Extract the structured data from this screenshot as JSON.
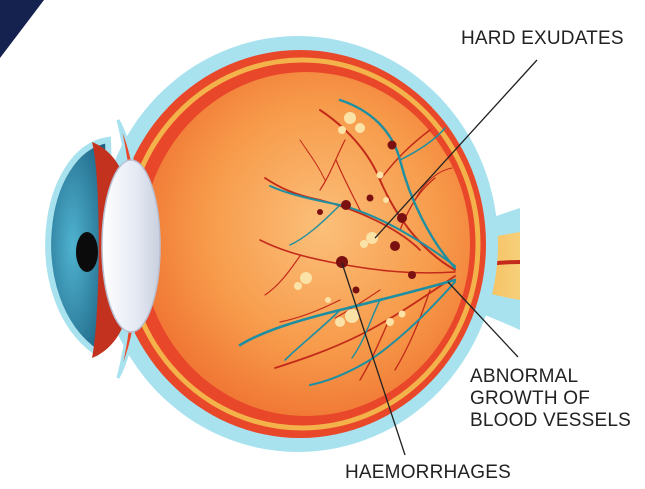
{
  "labels": {
    "hard_exudates": "HARD EXUDATES",
    "abnormal_line1": "ABNORMAL",
    "abnormal_line2": "GROWTH OF",
    "abnormal_line3": "BLOOD VESSELS",
    "haemorrhages": "HAEMORRHAGES"
  },
  "colors": {
    "corner_accent": "#15224f",
    "outer_membrane": "#a8e2ee",
    "sclera": "#e8472a",
    "retina_inner": "#f79a4a",
    "cornea": "#2f86a8",
    "iris": "#1f6a8a",
    "pupil": "#0b0b0b",
    "lens": "#dfe6f2",
    "artery": "#c32a1a",
    "vein": "#1e8fa0",
    "hemorrhage": "#7a1010",
    "exudate": "#fbe2a6",
    "leader_line": "#222222"
  }
}
